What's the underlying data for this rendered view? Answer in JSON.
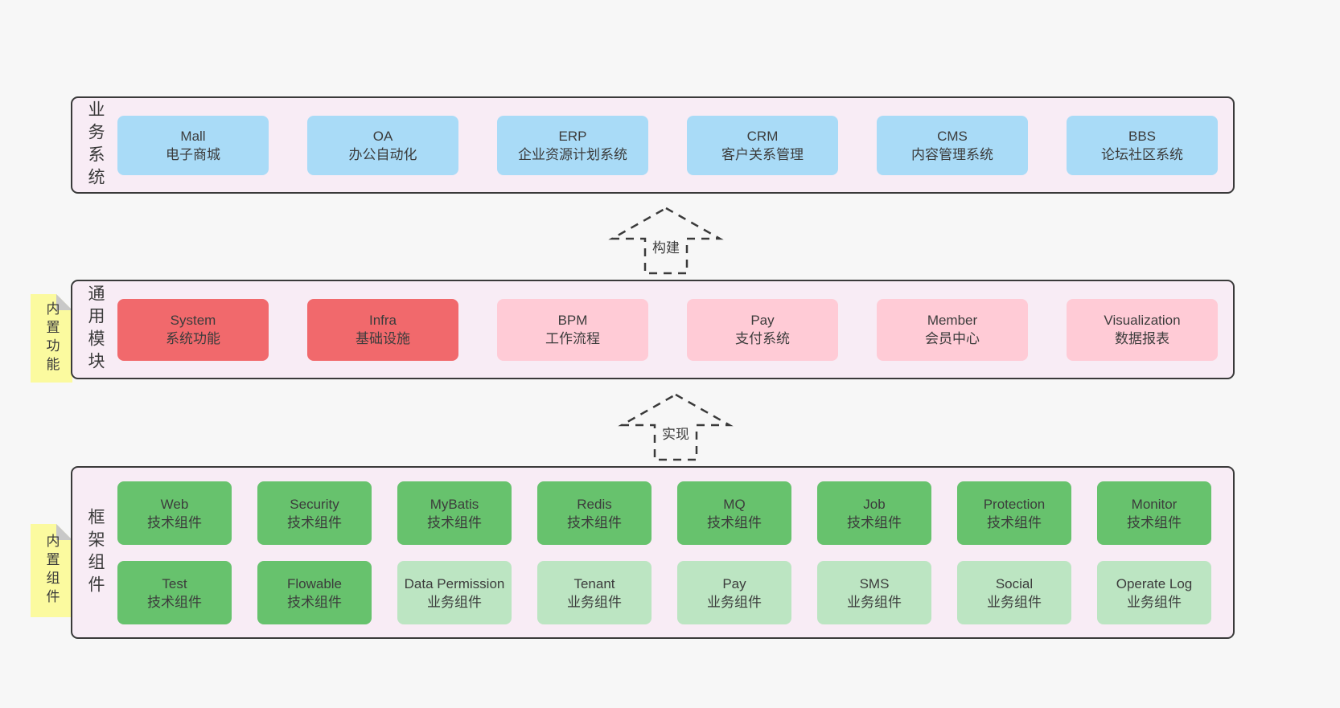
{
  "colors": {
    "canvas": "#f7f7f7",
    "layer_background": "#f8ecf5",
    "layer_border": "#3a3a3a",
    "blue_box": "#a9dbf7",
    "red_box": "#f1696c",
    "pink_box": "#ffcbd6",
    "green_box": "#67c26d",
    "light_green_box": "#bce5c2",
    "note_yellow": "#fbfa9f",
    "note_fold_gray": "#c8c8c8"
  },
  "layer_business": {
    "side_label": "业务系统",
    "boxes": [
      {
        "name": "Mall",
        "desc": "电子商城"
      },
      {
        "name": "OA",
        "desc": "办公自动化"
      },
      {
        "name": "ERP",
        "desc": "企业资源计划系统"
      },
      {
        "name": "CRM",
        "desc": "客户关系管理"
      },
      {
        "name": "CMS",
        "desc": "内容管理系统"
      },
      {
        "name": "BBS",
        "desc": "论坛社区系统"
      }
    ]
  },
  "arrow_build": {
    "label": "构建"
  },
  "layer_modules": {
    "side_label": "通用模块",
    "note": "内置功能",
    "boxes": [
      {
        "name": "System",
        "desc": "系统功能"
      },
      {
        "name": "Infra",
        "desc": "基础设施"
      },
      {
        "name": "BPM",
        "desc": "工作流程"
      },
      {
        "name": "Pay",
        "desc": "支付系统"
      },
      {
        "name": "Member",
        "desc": "会员中心"
      },
      {
        "name": "Visualization",
        "desc": "数据报表"
      }
    ]
  },
  "arrow_implement": {
    "label": "实现"
  },
  "layer_components": {
    "side_label": "框架组件",
    "note": "内置组件",
    "row1": [
      {
        "name": "Web",
        "desc": "技术组件"
      },
      {
        "name": "Security",
        "desc": "技术组件"
      },
      {
        "name": "MyBatis",
        "desc": "技术组件"
      },
      {
        "name": "Redis",
        "desc": "技术组件"
      },
      {
        "name": "MQ",
        "desc": "技术组件"
      },
      {
        "name": "Job",
        "desc": "技术组件"
      },
      {
        "name": "Protection",
        "desc": "技术组件"
      },
      {
        "name": "Monitor",
        "desc": "技术组件"
      }
    ],
    "row2": [
      {
        "name": "Test",
        "desc": "技术组件"
      },
      {
        "name": "Flowable",
        "desc": "技术组件"
      },
      {
        "name": "Data Permission",
        "desc": "业务组件"
      },
      {
        "name": "Tenant",
        "desc": "业务组件"
      },
      {
        "name": "Pay",
        "desc": "业务组件"
      },
      {
        "name": "SMS",
        "desc": "业务组件"
      },
      {
        "name": "Social",
        "desc": "业务组件"
      },
      {
        "name": "Operate Log",
        "desc": "业务组件"
      }
    ]
  }
}
